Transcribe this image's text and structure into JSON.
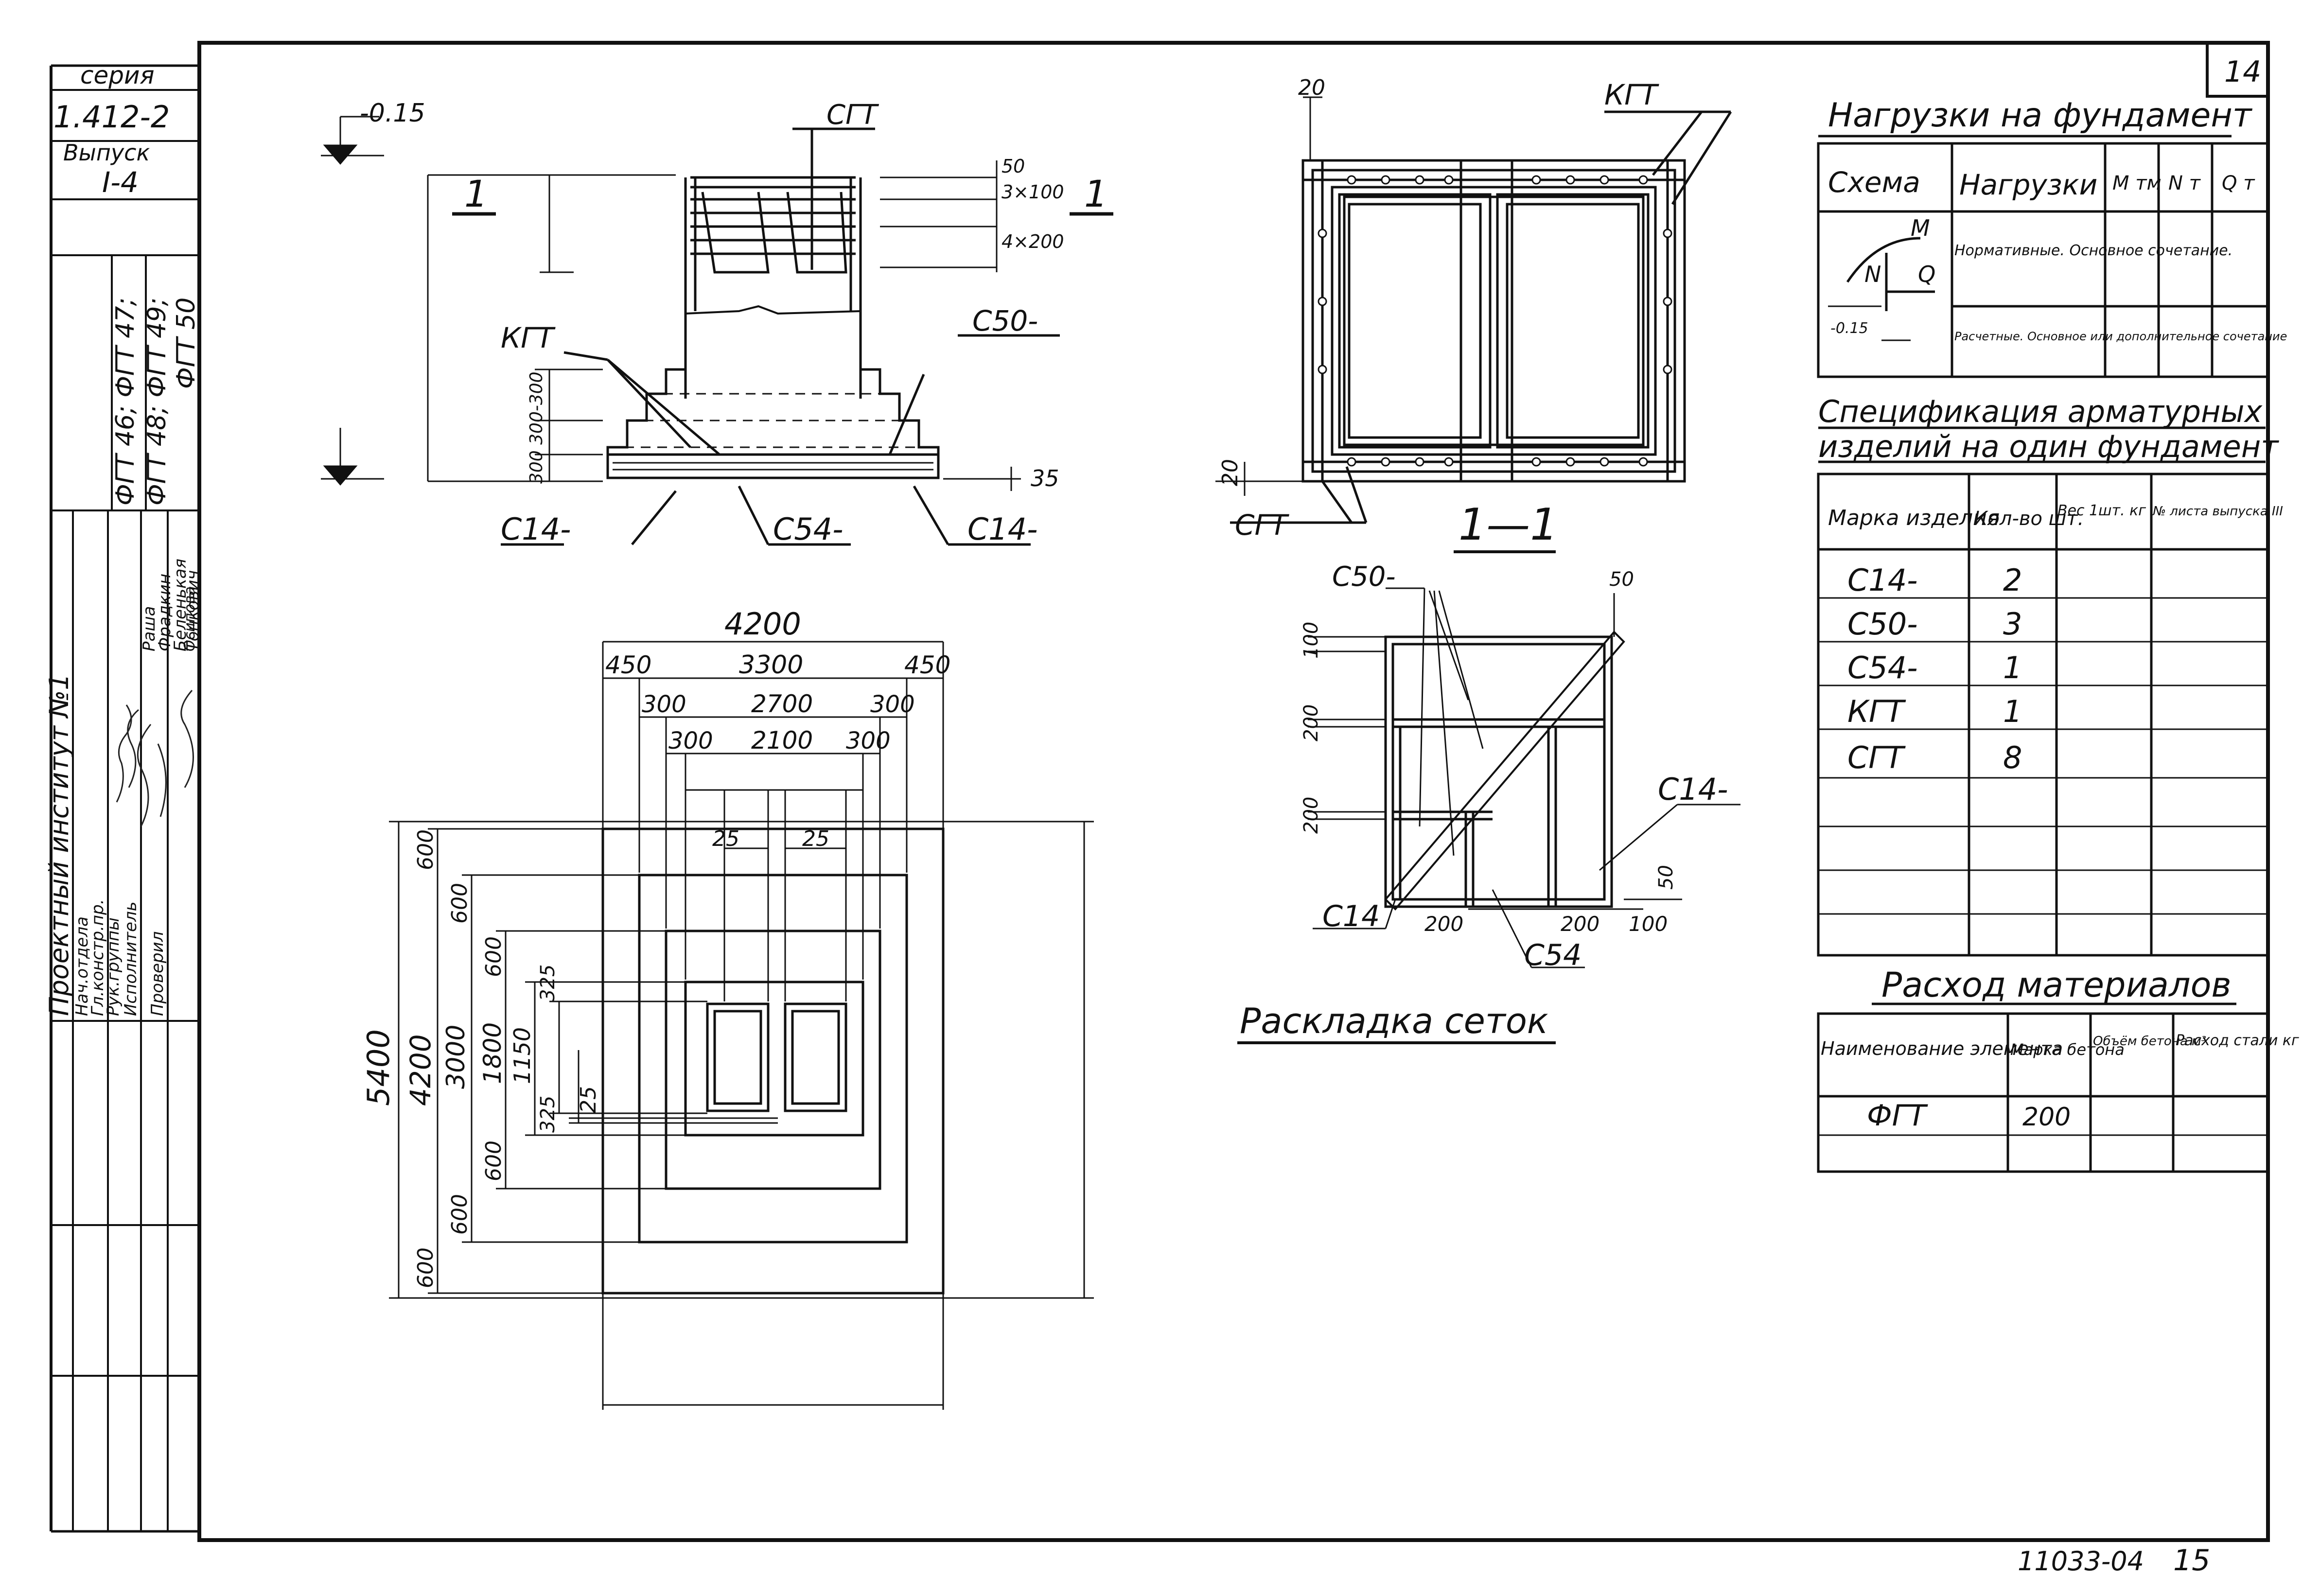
{
  "sheet_number": "14",
  "footer": {
    "document_code": "11033-04",
    "page": "15"
  },
  "stamp": {
    "series_label": "серия",
    "series_value": "1.412-2",
    "issue_label": "Выпуск",
    "issue_value": "I-4",
    "codes": [
      "ФГТ 46; ФГТ 47;",
      "ФГТ 48; ФГТ 49;",
      "ФГТ 50"
    ],
    "institute": "Проектный институт №1",
    "roles": [
      "Нач.отдела",
      "Гл.констр.пр.",
      "Рук.группы",
      "Исполнитель",
      "Проверил"
    ],
    "names": [
      "Раша",
      "Фрадкин",
      "Беленькая",
      "Осипова",
      "Тонкович"
    ]
  },
  "section_view": {
    "mark_left": "1",
    "mark_right": "1",
    "elevation": "-0.15",
    "labels": {
      "sgt": "СГТ",
      "kgt": "КГТ",
      "c50": "С50-",
      "c14_left": "С14-",
      "c54": "С54-",
      "c14_right": "С14-"
    },
    "dims_right": [
      "50",
      "3×100",
      "4×200"
    ],
    "dims_left": "300 300-300",
    "dim_bottom": "35"
  },
  "section_11": {
    "title": "1—1",
    "labels": {
      "kgt": "КГТ",
      "sgt": "СГТ"
    },
    "dims": [
      "20",
      "20"
    ]
  },
  "plan_view": {
    "width_total": "4200",
    "row2": [
      "450",
      "3300",
      "450"
    ],
    "row3": [
      "300",
      "2700",
      "300"
    ],
    "row4": [
      "300",
      "2100",
      "300"
    ],
    "row5": [
      "25",
      "25"
    ],
    "left_outer": "5400",
    "left_2": "4200",
    "left_3": "3000",
    "left_4": "1800",
    "left_5": "1150",
    "left_25": "25",
    "left_600": [
      "600",
      "600",
      "600",
      "600",
      "600",
      "600"
    ],
    "left_325": [
      "325",
      "325"
    ]
  },
  "mesh_layout": {
    "title": "Раскладка сеток",
    "labels": {
      "c50": "С50-",
      "c14_right": "С14-",
      "c14_left": "С14",
      "c54": "С54"
    },
    "dims_left": [
      "100",
      "200",
      "200"
    ],
    "dims_top": "50",
    "dims_right": "50",
    "dims_bottom": [
      "200",
      "200",
      "100"
    ]
  },
  "loads_table": {
    "title": "Нагрузки на фундамент",
    "headers": [
      "Схема",
      "Нагрузки",
      "M тм",
      "N т",
      "Q т"
    ],
    "rows": [
      "Нормативные. Основное сочетание.",
      "Расчетные. Основное или дополнительное сочетание"
    ],
    "scheme_labels": [
      "M",
      "N",
      "Q",
      "-0.15"
    ]
  },
  "spec_table": {
    "title_line1": "Спецификация арматурных",
    "title_line2": "изделий на один фундамент",
    "headers": [
      "Марка изделия",
      "Кол-во шт.",
      "Вес 1шт. кг",
      "№ листа выпуска III"
    ],
    "rows": [
      {
        "mark": "С14-",
        "qty": "2"
      },
      {
        "mark": "С50-",
        "qty": "3"
      },
      {
        "mark": "С54-",
        "qty": "1"
      },
      {
        "mark": "КГТ",
        "qty": "1"
      },
      {
        "mark": "СГТ",
        "qty": "8"
      }
    ]
  },
  "materials_table": {
    "title": "Расход материалов",
    "headers": [
      "Наименование элемента",
      "Марка бетона",
      "Объём бетона м³",
      "Расход стали кг"
    ],
    "rows": [
      {
        "name": "ФГТ",
        "grade": "200"
      }
    ]
  }
}
